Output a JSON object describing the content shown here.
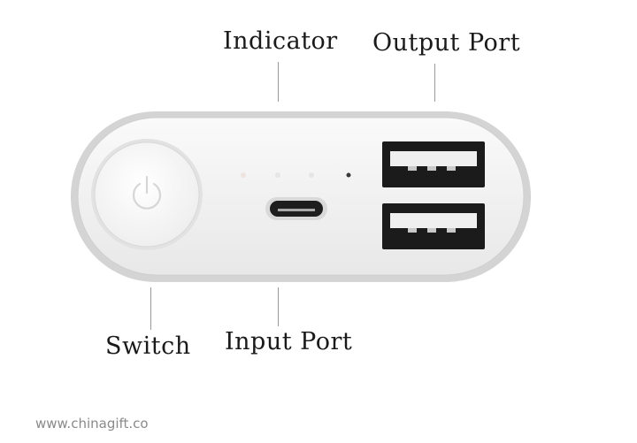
{
  "labels": {
    "indicator": "Indicator",
    "output_port": "Output Port",
    "switch": "Switch",
    "input_port": "Input Port"
  },
  "watermark": "www.chinagift.co",
  "device": {
    "indicator_count": 4,
    "usb_port_count": 2,
    "icons": [
      "power-icon",
      "micro-usb-port",
      "usb-a-port"
    ],
    "colors": {
      "body": "#f1f1f1",
      "rim": "#c9c9c9",
      "port_dark": "#1b1b1b"
    }
  }
}
